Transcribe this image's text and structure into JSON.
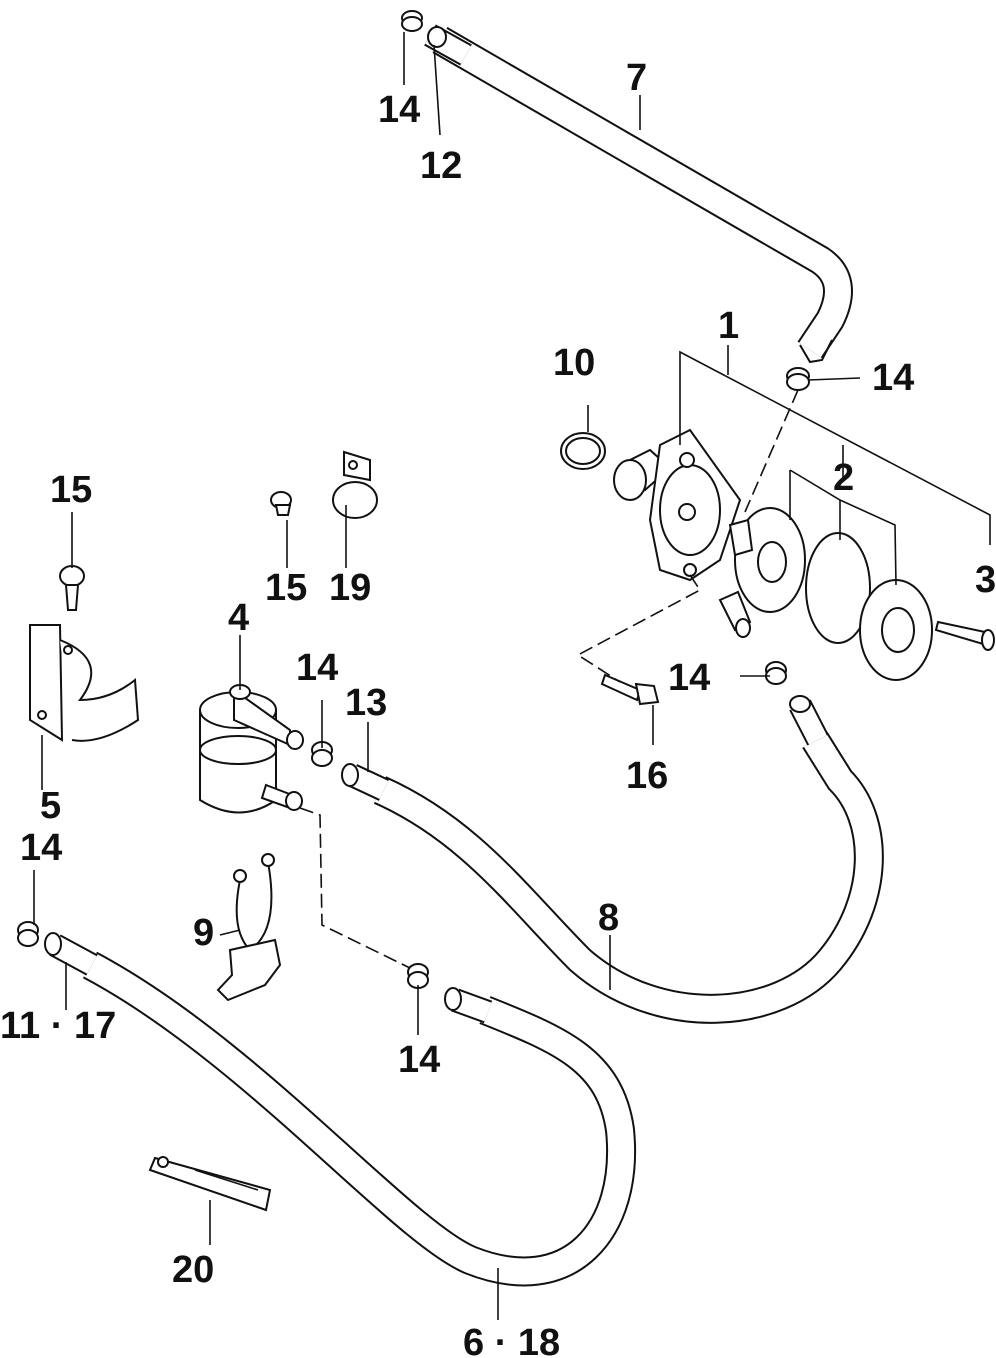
{
  "callouts": {
    "c1": "1",
    "c2": "2",
    "c3": "3",
    "c4": "4",
    "c5": "5",
    "c6_18": "6 · 18",
    "c7": "7",
    "c8": "8",
    "c9": "9",
    "c10": "10",
    "c11_17": "11 · 17",
    "c12": "12",
    "c13": "13",
    "c14": "14",
    "c15": "15",
    "c16": "16",
    "c19": "19",
    "c20": "20"
  }
}
